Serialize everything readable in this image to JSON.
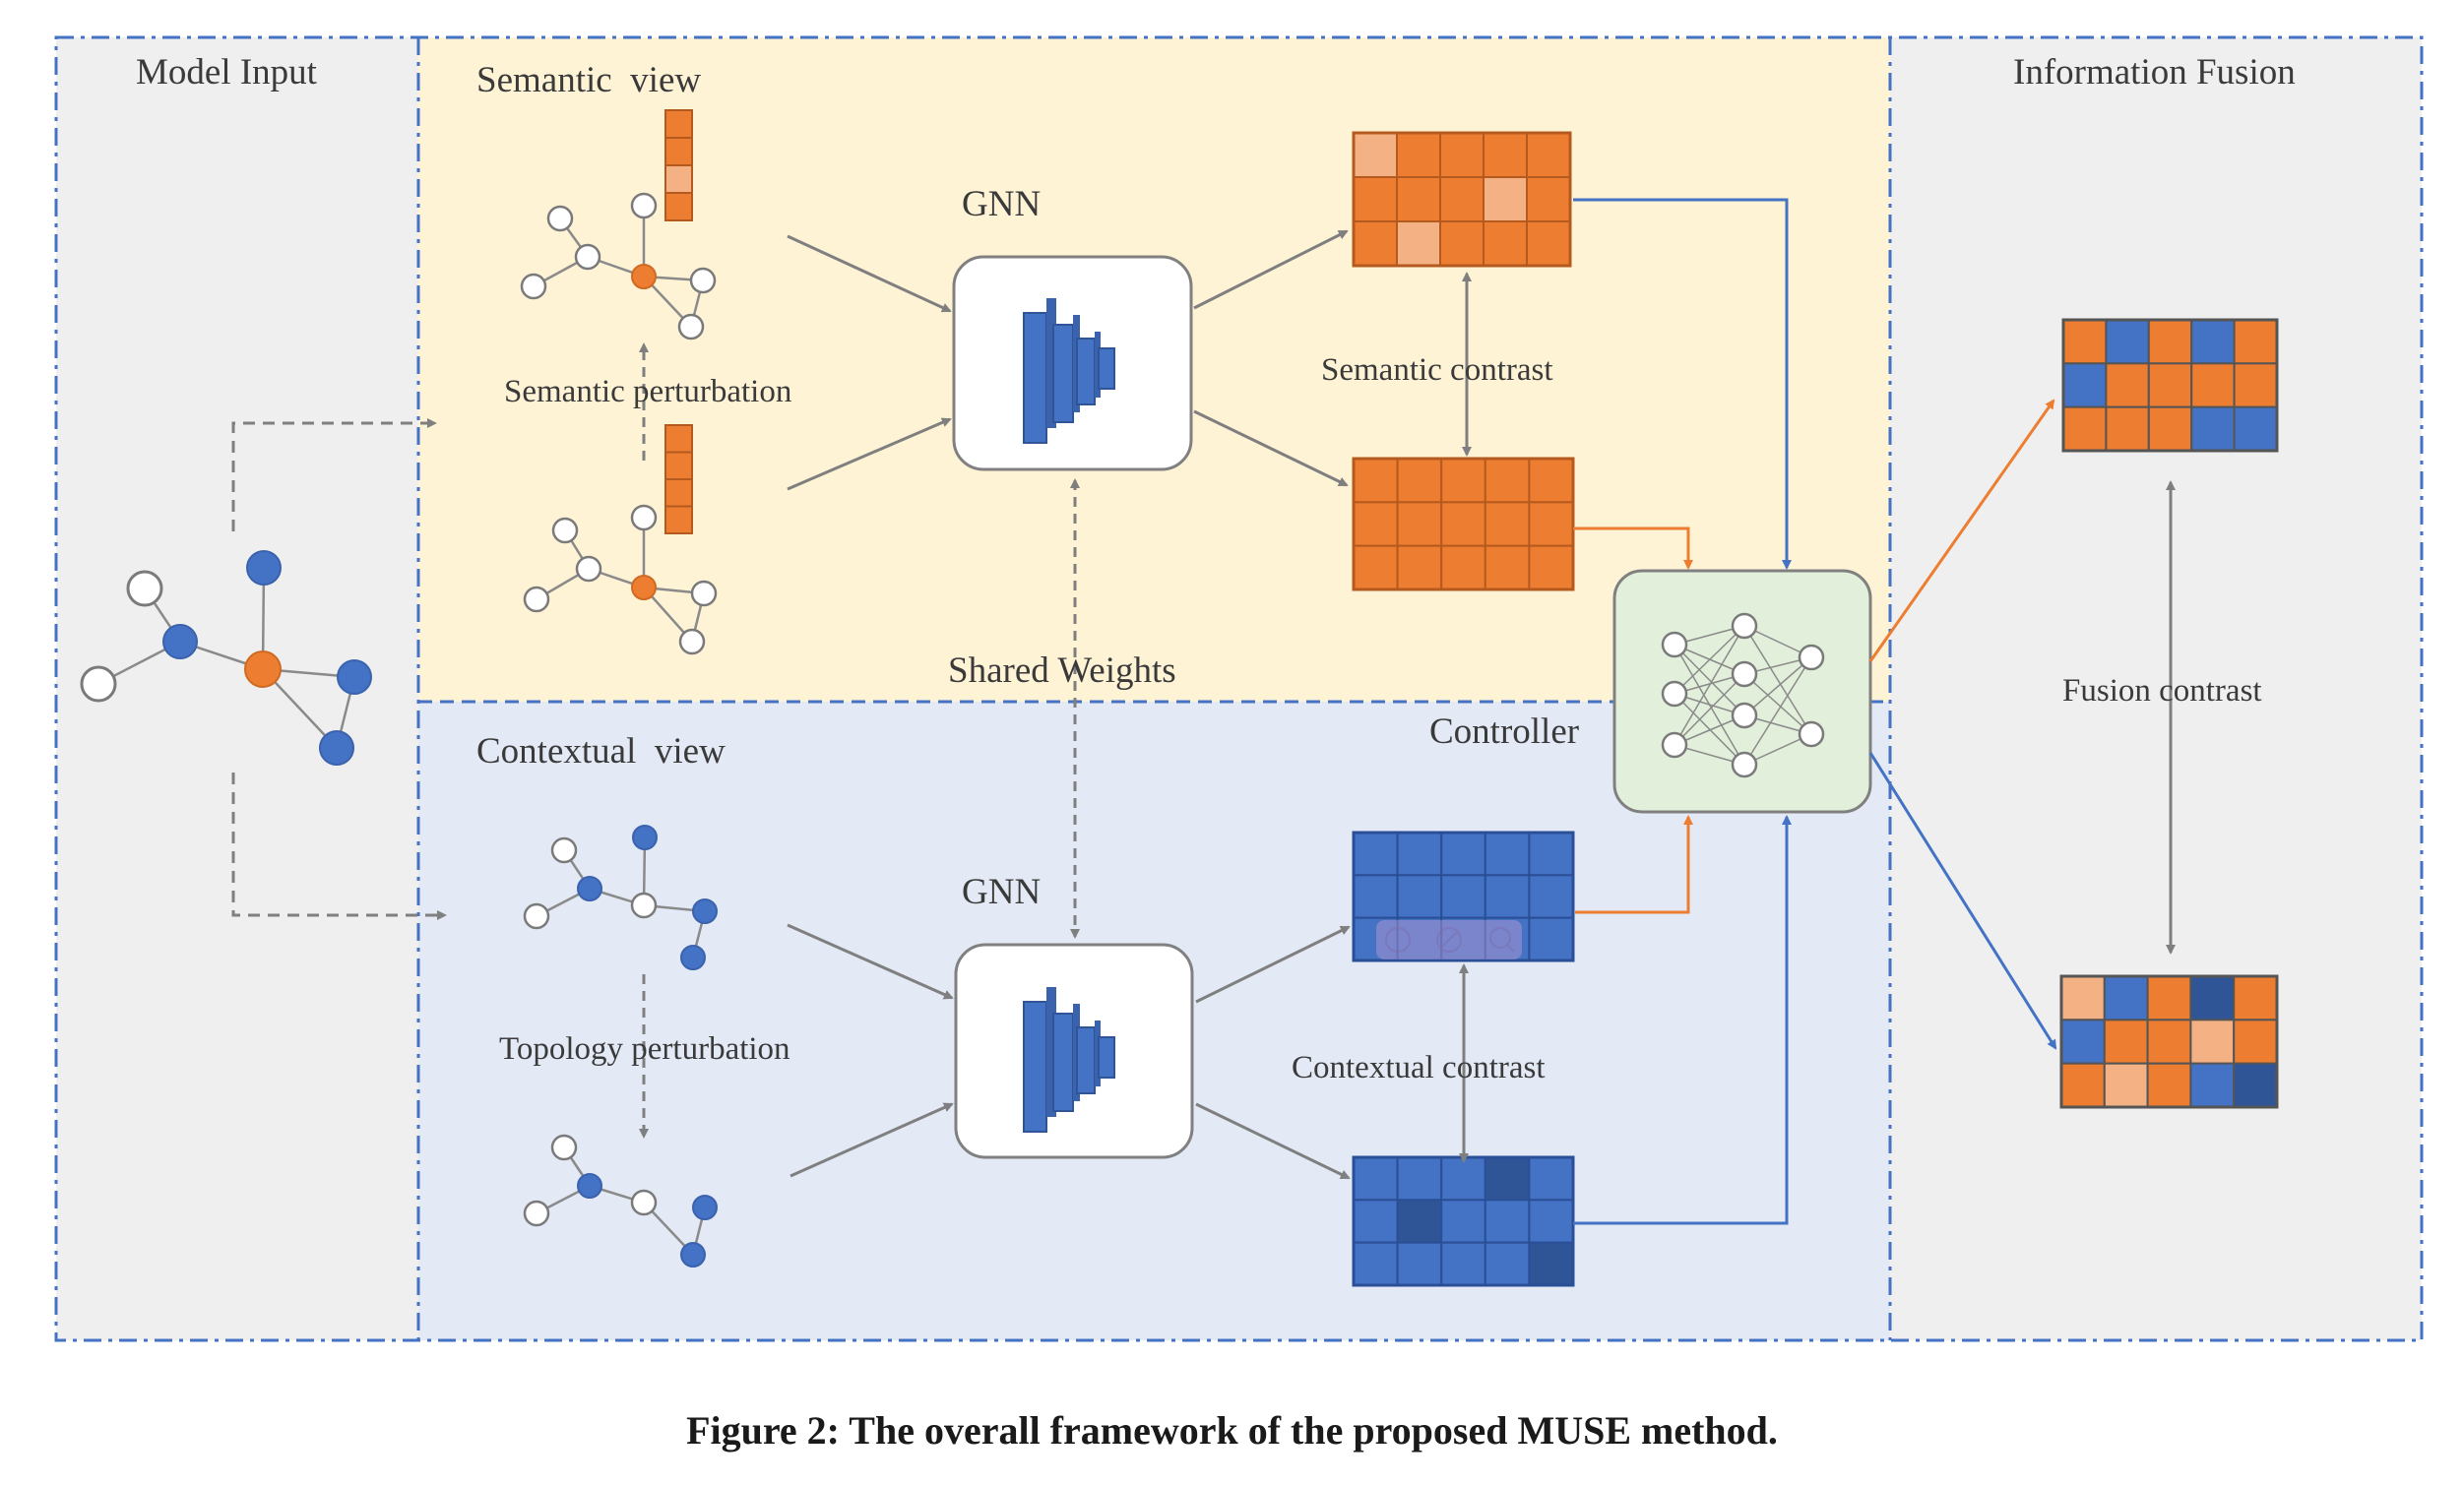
{
  "panels": {
    "model_input": "Model Input",
    "semantic_view": "Semantic  view",
    "contextual_view": "Contextual  view",
    "information_fusion": "Information Fusion"
  },
  "labels": {
    "gnn_top": "GNN",
    "gnn_bottom": "GNN",
    "semantic_perturbation": "Semantic perturbation",
    "topology_perturbation": "Topology perturbation",
    "shared_weights": "Shared Weights",
    "semantic_contrast": "Semantic contrast",
    "contextual_contrast": "Contextual contrast",
    "fusion_contrast": "Fusion contrast",
    "controller": "Controller"
  },
  "caption": "Figure 2: The overall framework of the proposed MUSE method.",
  "colors": {
    "orange": "#ED7D31",
    "light_orange": "#F4B183",
    "blue": "#4472C4",
    "dark_blue": "#2F5597",
    "semantic_bg": "#FFF3D6",
    "contextual_bg": "#E3E9F5",
    "side_bg": "#EFEFEF",
    "controller_bg": "#E2EFDA",
    "border_dash": "#4472C4",
    "arrow_gray": "#7F7F7F"
  },
  "matrices": {
    "semantic_a": [
      [
        "lo",
        "o",
        "o",
        "o",
        "o"
      ],
      [
        "o",
        "o",
        "o",
        "lo",
        "o"
      ],
      [
        "o",
        "lo",
        "o",
        "o",
        "o"
      ]
    ],
    "semantic_b": [
      [
        "o",
        "o",
        "o",
        "o",
        "o"
      ],
      [
        "o",
        "o",
        "o",
        "o",
        "o"
      ],
      [
        "o",
        "o",
        "o",
        "o",
        "o"
      ]
    ],
    "contextual_a": [
      [
        "b",
        "b",
        "b",
        "b",
        "b"
      ],
      [
        "b",
        "b",
        "b",
        "b",
        "b"
      ],
      [
        "b",
        "b",
        "b",
        "b",
        "b"
      ]
    ],
    "contextual_b": [
      [
        "b",
        "b",
        "b",
        "db",
        "b"
      ],
      [
        "b",
        "db",
        "b",
        "b",
        "b"
      ],
      [
        "b",
        "b",
        "b",
        "b",
        "db"
      ]
    ],
    "fusion_a": [
      [
        "o",
        "b",
        "o",
        "b",
        "o"
      ],
      [
        "b",
        "o",
        "o",
        "o",
        "o"
      ],
      [
        "o",
        "o",
        "o",
        "b",
        "b"
      ]
    ],
    "fusion_b": [
      [
        "lo",
        "b",
        "o",
        "db",
        "o"
      ],
      [
        "b",
        "o",
        "o",
        "lo",
        "o"
      ],
      [
        "o",
        "lo",
        "o",
        "b",
        "db"
      ]
    ]
  },
  "feature_vectors": {
    "semantic_a": [
      "o",
      "o",
      "lo",
      "o"
    ],
    "semantic_b": [
      "o",
      "o",
      "o",
      "o"
    ]
  }
}
